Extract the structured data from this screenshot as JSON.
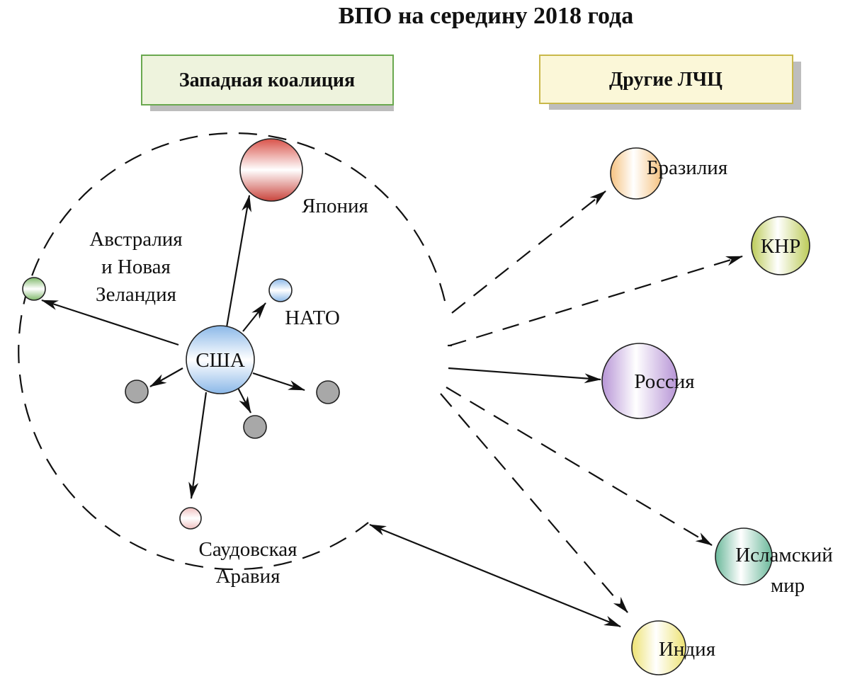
{
  "title": "ВПО на середину 2018 года",
  "boxes": {
    "western_coalition": "Западная коалиция",
    "other_centers": "Другие ЛЧЦ"
  },
  "nodes": {
    "usa": "США",
    "japan": "Япония",
    "nato": "НАТО",
    "australia": [
      "Австралия",
      "и Новая",
      "Зеландия"
    ],
    "saudi": [
      "Саудовская",
      "Аравия"
    ],
    "brazil": "Бразилия",
    "china": "КНР",
    "russia": "Россия",
    "islamic": [
      "Исламский",
      "мир"
    ],
    "india": "Индия"
  },
  "colors": {
    "western_box_fill": "#eef3dd",
    "western_box_border": "#6aa84f",
    "other_box_fill": "#fbf7d8",
    "other_box_border": "#c9b84a",
    "usa": "#8bb8e8",
    "japan": "#d9534a",
    "nato": "#8bb8e8",
    "australia": "#7fb86a",
    "saudi": "#f0c0c0",
    "gray_nodes": "#a8a8a8",
    "brazil": "#f5c280",
    "china": "#bccb58",
    "russia": "#b795d6",
    "islamic": "#6ab89a",
    "india": "#ede272"
  }
}
